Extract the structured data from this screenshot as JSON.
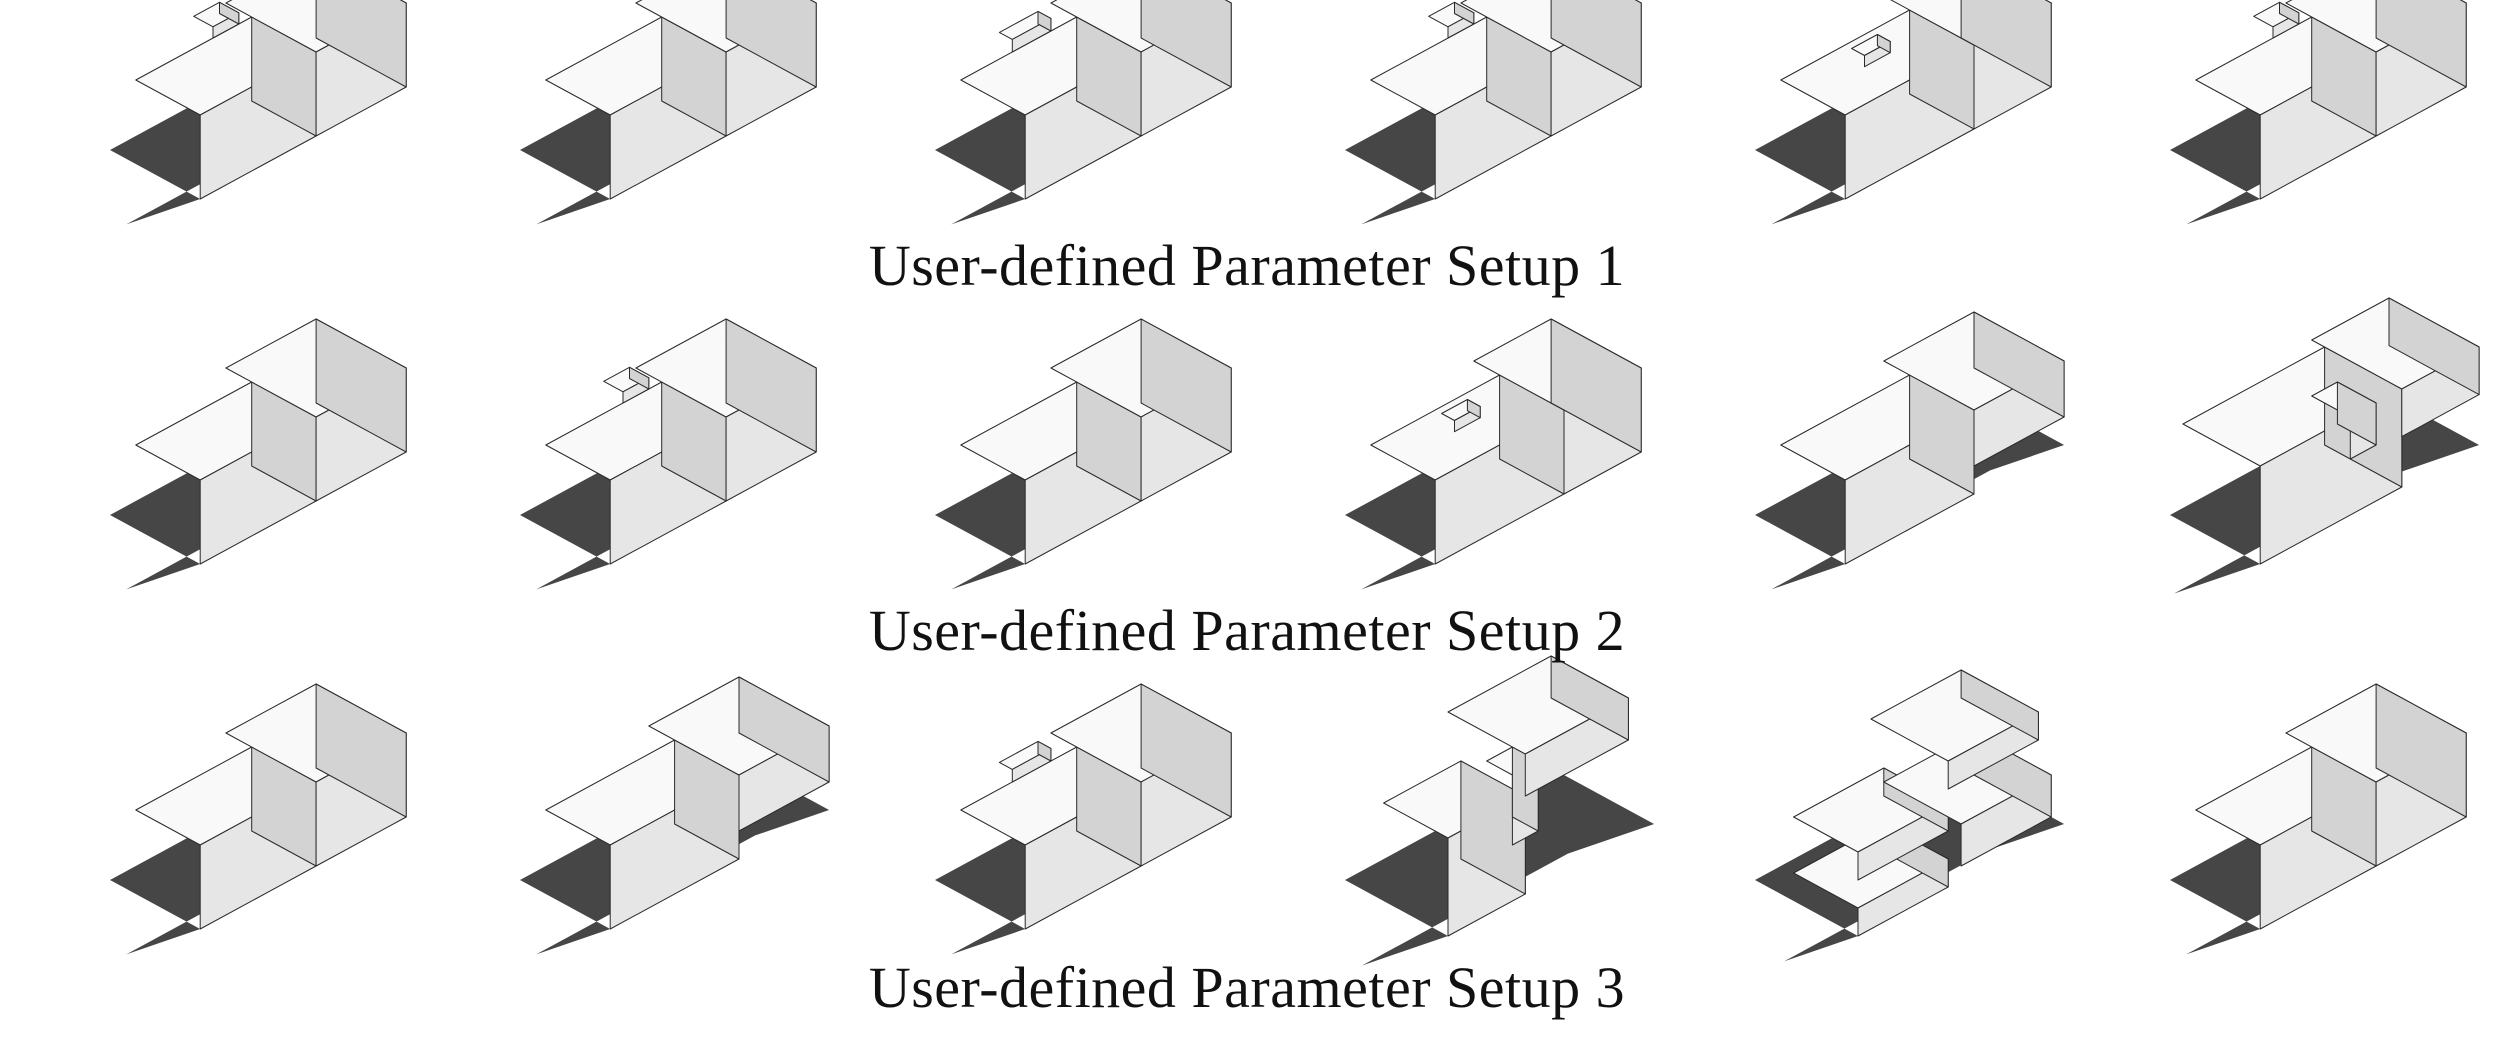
{
  "colors": {
    "background": "#ffffff",
    "top_face": "#f9f9f9",
    "left_face": "#e6e6e6",
    "right_face": "#d3d3d3",
    "shadow": "#464646",
    "edge": "#2a2a2a",
    "caption": "#111111"
  },
  "rows": [
    {
      "caption": "User-defined Parameter Setup 1",
      "models": [
        {
          "variant": "notch-top"
        },
        {
          "variant": "plain"
        },
        {
          "variant": "stepped-top"
        },
        {
          "variant": "notch-top"
        },
        {
          "variant": "slot-top"
        },
        {
          "variant": "notch-top"
        }
      ]
    },
    {
      "caption": "User-defined Parameter Setup 2",
      "models": [
        {
          "variant": "plain"
        },
        {
          "variant": "notch-top"
        },
        {
          "variant": "plain"
        },
        {
          "variant": "slot-top"
        },
        {
          "variant": "cantilever"
        },
        {
          "variant": "split-end"
        }
      ]
    },
    {
      "caption": "User-defined Parameter Setup 3",
      "models": [
        {
          "variant": "plain"
        },
        {
          "variant": "cantilever"
        },
        {
          "variant": "stepped-top"
        },
        {
          "variant": "two-blocks"
        },
        {
          "variant": "stacked-blocks"
        },
        {
          "variant": "plain"
        }
      ]
    }
  ]
}
